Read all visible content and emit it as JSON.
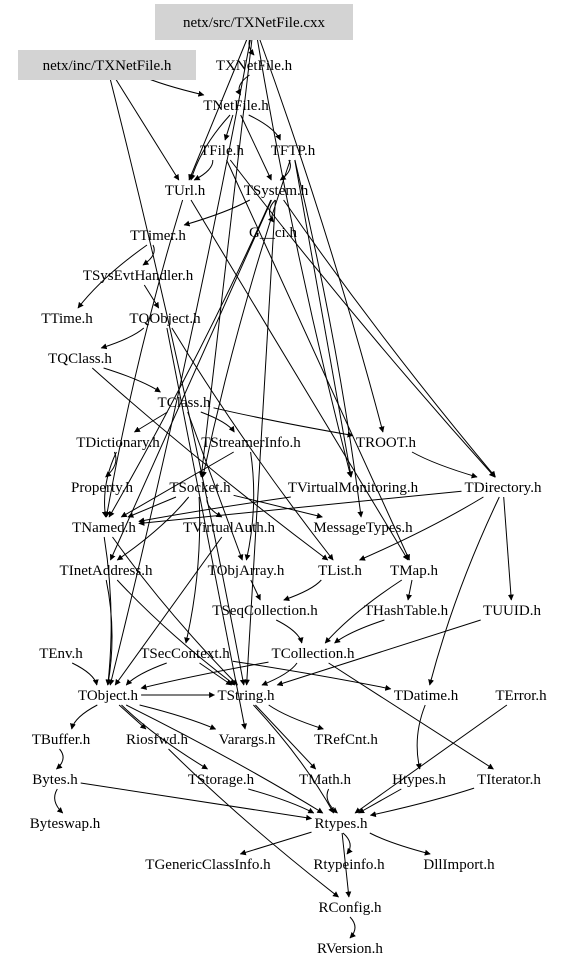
{
  "diagram": {
    "highlight_color": "#d3d3d3",
    "line_color": "#000000",
    "nodes": [
      {
        "id": "TXNetFile_cxx",
        "label": "netx/src/TXNetFile.cxx",
        "highlighted": true
      },
      {
        "id": "TXNetFile_h_inc",
        "label": "netx/inc/TXNetFile.h",
        "highlighted": true
      },
      {
        "id": "TXNetFile_h",
        "label": "TXNetFile.h"
      },
      {
        "id": "TNetFile_h",
        "label": "TNetFile.h"
      },
      {
        "id": "TFile_h",
        "label": "TFile.h"
      },
      {
        "id": "TFTP_h",
        "label": "TFTP.h"
      },
      {
        "id": "TUrl_h",
        "label": "TUrl.h"
      },
      {
        "id": "TSystem_h",
        "label": "TSystem.h"
      },
      {
        "id": "TTimer_h",
        "label": "TTimer.h"
      },
      {
        "id": "G__ci_h",
        "label": "G__ci.h"
      },
      {
        "id": "TSysEvtHandler_h",
        "label": "TSysEvtHandler.h"
      },
      {
        "id": "TTime_h",
        "label": "TTime.h"
      },
      {
        "id": "TQObject_h",
        "label": "TQObject.h"
      },
      {
        "id": "TQClass_h",
        "label": "TQClass.h"
      },
      {
        "id": "TClass_h",
        "label": "TClass.h"
      },
      {
        "id": "TDictionary_h",
        "label": "TDictionary.h"
      },
      {
        "id": "TStreamerInfo_h",
        "label": "TStreamerInfo.h"
      },
      {
        "id": "TROOT_h",
        "label": "TROOT.h"
      },
      {
        "id": "Property_h",
        "label": "Property.h"
      },
      {
        "id": "TSocket_h",
        "label": "TSocket.h"
      },
      {
        "id": "TVirtualMonitoring_h",
        "label": "TVirtualMonitoring.h"
      },
      {
        "id": "TDirectory_h",
        "label": "TDirectory.h"
      },
      {
        "id": "TNamed_h",
        "label": "TNamed.h"
      },
      {
        "id": "TVirtualAuth_h",
        "label": "TVirtualAuth.h"
      },
      {
        "id": "MessageTypes_h",
        "label": "MessageTypes.h"
      },
      {
        "id": "TInetAddress_h",
        "label": "TInetAddress.h"
      },
      {
        "id": "TObjArray_h",
        "label": "TObjArray.h"
      },
      {
        "id": "TList_h",
        "label": "TList.h"
      },
      {
        "id": "TMap_h",
        "label": "TMap.h"
      },
      {
        "id": "TSeqCollection_h",
        "label": "TSeqCollection.h"
      },
      {
        "id": "THashTable_h",
        "label": "THashTable.h"
      },
      {
        "id": "TUUID_h",
        "label": "TUUID.h"
      },
      {
        "id": "TEnv_h",
        "label": "TEnv.h"
      },
      {
        "id": "TSecContext_h",
        "label": "TSecContext.h"
      },
      {
        "id": "TCollection_h",
        "label": "TCollection.h"
      },
      {
        "id": "TObject_h",
        "label": "TObject.h"
      },
      {
        "id": "TString_h",
        "label": "TString.h"
      },
      {
        "id": "TDatime_h",
        "label": "TDatime.h"
      },
      {
        "id": "TError_h",
        "label": "TError.h"
      },
      {
        "id": "TBuffer_h",
        "label": "TBuffer.h"
      },
      {
        "id": "Riosfwd_h",
        "label": "Riosfwd.h"
      },
      {
        "id": "Varargs_h",
        "label": "Varargs.h"
      },
      {
        "id": "TRefCnt_h",
        "label": "TRefCnt.h"
      },
      {
        "id": "Bytes_h",
        "label": "Bytes.h"
      },
      {
        "id": "TStorage_h",
        "label": "TStorage.h"
      },
      {
        "id": "TMath_h",
        "label": "TMath.h"
      },
      {
        "id": "Htypes_h",
        "label": "Htypes.h"
      },
      {
        "id": "TIterator_h",
        "label": "TIterator.h"
      },
      {
        "id": "Byteswap_h",
        "label": "Byteswap.h"
      },
      {
        "id": "Rtypes_h",
        "label": "Rtypes.h"
      },
      {
        "id": "TGenericClassInfo_h",
        "label": "TGenericClassInfo.h"
      },
      {
        "id": "Rtypeinfo_h",
        "label": "Rtypeinfo.h"
      },
      {
        "id": "DllImport_h",
        "label": "DllImport.h"
      },
      {
        "id": "RConfig_h",
        "label": "RConfig.h"
      },
      {
        "id": "RVersion_h",
        "label": "RVersion.h"
      }
    ],
    "edges": [
      [
        "TXNetFile_cxx",
        "TXNetFile_h"
      ],
      [
        "TXNetFile_cxx",
        "TUrl_h"
      ],
      [
        "TXNetFile_cxx",
        "TROOT_h"
      ],
      [
        "TXNetFile_cxx",
        "TVirtualMonitoring_h"
      ],
      [
        "TXNetFile_cxx",
        "TSocket_h"
      ],
      [
        "TXNetFile_cxx",
        "TObject_h"
      ],
      [
        "TXNetFile_h_inc",
        "TNetFile_h"
      ],
      [
        "TXNetFile_h_inc",
        "TUrl_h"
      ],
      [
        "TXNetFile_h_inc",
        "TString_h"
      ],
      [
        "TXNetFile_h",
        "TNetFile_h"
      ],
      [
        "TNetFile_h",
        "TFile_h"
      ],
      [
        "TNetFile_h",
        "TFTP_h"
      ],
      [
        "TNetFile_h",
        "TUrl_h"
      ],
      [
        "TNetFile_h",
        "TSystem_h"
      ],
      [
        "TFile_h",
        "TUrl_h"
      ],
      [
        "TFile_h",
        "TDirectory_h"
      ],
      [
        "TFile_h",
        "TMap_h"
      ],
      [
        "TFTP_h",
        "TSystem_h"
      ],
      [
        "TFTP_h",
        "TSocket_h"
      ],
      [
        "TFTP_h",
        "TVirtualMonitoring_h"
      ],
      [
        "TFTP_h",
        "MessageTypes_h"
      ],
      [
        "TUrl_h",
        "TNamed_h"
      ],
      [
        "TUrl_h",
        "TMap_h"
      ],
      [
        "TSystem_h",
        "TTimer_h"
      ],
      [
        "TSystem_h",
        "G__ci_h"
      ],
      [
        "TSystem_h",
        "TInetAddress_h"
      ],
      [
        "TSystem_h",
        "TNamed_h"
      ],
      [
        "TSystem_h",
        "TDirectory_h"
      ],
      [
        "TSystem_h",
        "TString_h"
      ],
      [
        "TTimer_h",
        "TSysEvtHandler_h"
      ],
      [
        "TTimer_h",
        "TTime_h"
      ],
      [
        "TSysEvtHandler_h",
        "TQObject_h"
      ],
      [
        "TQObject_h",
        "TQClass_h"
      ],
      [
        "TQObject_h",
        "TList_h"
      ],
      [
        "TQObject_h",
        "Varargs_h"
      ],
      [
        "TQClass_h",
        "TClass_h"
      ],
      [
        "TQClass_h",
        "TList_h"
      ],
      [
        "TClass_h",
        "TDictionary_h"
      ],
      [
        "TClass_h",
        "TStreamerInfo_h"
      ],
      [
        "TClass_h",
        "TROOT_h"
      ],
      [
        "TClass_h",
        "TObjArray_h"
      ],
      [
        "TDictionary_h",
        "Property_h"
      ],
      [
        "TDictionary_h",
        "TNamed_h"
      ],
      [
        "TStreamerInfo_h",
        "TNamed_h"
      ],
      [
        "TStreamerInfo_h",
        "TObjArray_h"
      ],
      [
        "TROOT_h",
        "TDirectory_h"
      ],
      [
        "TSocket_h",
        "TNamed_h"
      ],
      [
        "TSocket_h",
        "TInetAddress_h"
      ],
      [
        "TSocket_h",
        "TVirtualAuth_h"
      ],
      [
        "TSocket_h",
        "MessageTypes_h"
      ],
      [
        "TSocket_h",
        "TSecContext_h"
      ],
      [
        "TVirtualMonitoring_h",
        "TNamed_h"
      ],
      [
        "TDirectory_h",
        "TNamed_h"
      ],
      [
        "TDirectory_h",
        "TList_h"
      ],
      [
        "TDirectory_h",
        "TDatime_h"
      ],
      [
        "TDirectory_h",
        "TUUID_h"
      ],
      [
        "TNamed_h",
        "TObject_h"
      ],
      [
        "TNamed_h",
        "TString_h"
      ],
      [
        "TVirtualAuth_h",
        "TObject_h"
      ],
      [
        "TInetAddress_h",
        "TObject_h"
      ],
      [
        "TInetAddress_h",
        "TString_h"
      ],
      [
        "TObjArray_h",
        "TSeqCollection_h"
      ],
      [
        "TList_h",
        "TSeqCollection_h"
      ],
      [
        "TMap_h",
        "TCollection_h"
      ],
      [
        "TMap_h",
        "THashTable_h"
      ],
      [
        "TSeqCollection_h",
        "TCollection_h"
      ],
      [
        "THashTable_h",
        "TCollection_h"
      ],
      [
        "TUUID_h",
        "TString_h"
      ],
      [
        "TEnv_h",
        "TObject_h"
      ],
      [
        "TSecContext_h",
        "TObject_h"
      ],
      [
        "TSecContext_h",
        "TString_h"
      ],
      [
        "TSecContext_h",
        "TDatime_h"
      ],
      [
        "TCollection_h",
        "TObject_h"
      ],
      [
        "TCollection_h",
        "TIterator_h"
      ],
      [
        "TCollection_h",
        "TString_h"
      ],
      [
        "TObject_h",
        "TBuffer_h"
      ],
      [
        "TObject_h",
        "Riosfwd_h"
      ],
      [
        "TObject_h",
        "Varargs_h"
      ],
      [
        "TObject_h",
        "TStorage_h"
      ],
      [
        "TObject_h",
        "TString_h"
      ],
      [
        "TObject_h",
        "Rtypes_h"
      ],
      [
        "TString_h",
        "TRefCnt_h"
      ],
      [
        "TString_h",
        "TMath_h"
      ],
      [
        "TString_h",
        "Rtypes_h"
      ],
      [
        "TDatime_h",
        "Htypes_h"
      ],
      [
        "TError_h",
        "Rtypes_h"
      ],
      [
        "TBuffer_h",
        "Bytes_h"
      ],
      [
        "Bytes_h",
        "Byteswap_h"
      ],
      [
        "Bytes_h",
        "Rtypes_h"
      ],
      [
        "TStorage_h",
        "Rtypes_h"
      ],
      [
        "TMath_h",
        "Rtypes_h"
      ],
      [
        "Htypes_h",
        "Rtypes_h"
      ],
      [
        "TIterator_h",
        "Rtypes_h"
      ],
      [
        "Riosfwd_h",
        "RConfig_h"
      ],
      [
        "Rtypes_h",
        "TGenericClassInfo_h"
      ],
      [
        "Rtypes_h",
        "Rtypeinfo_h"
      ],
      [
        "Rtypes_h",
        "DllImport_h"
      ],
      [
        "Rtypes_h",
        "RConfig_h"
      ],
      [
        "RConfig_h",
        "RVersion_h"
      ]
    ]
  }
}
